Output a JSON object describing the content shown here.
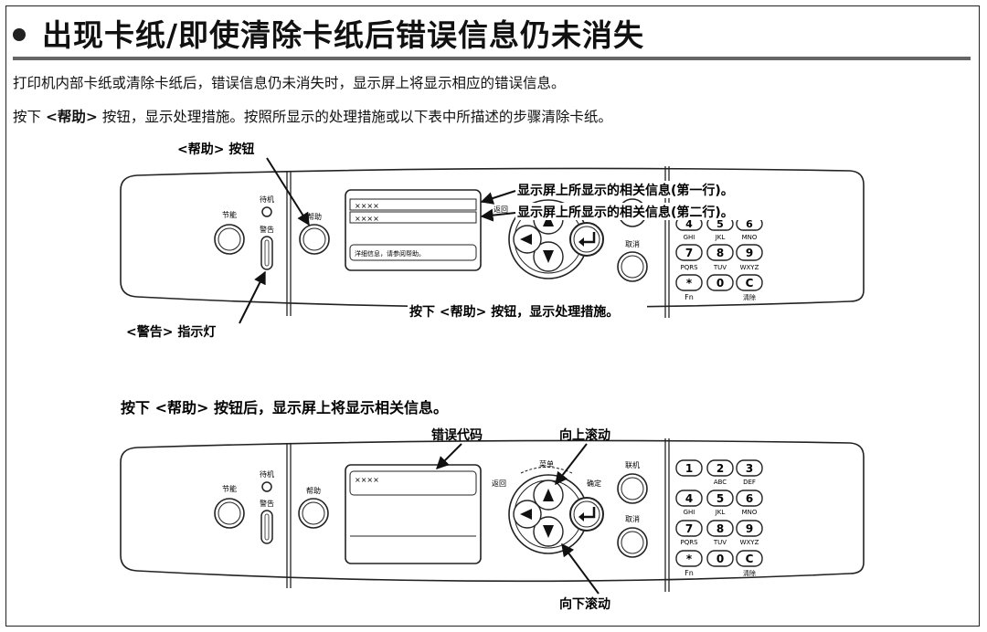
{
  "heading": "出现卡纸/即使清除卡纸后错误信息仍未消失",
  "intro": {
    "line1": "打印机内部卡纸或清除卡纸后，错误信息仍未消失时，显示屏上将显示相应的错误信息。",
    "line2_prefix": "按下 ",
    "line2_bold": "<帮助>",
    "line2_suffix": " 按钮，显示处理措施。按照所显示的处理措施或以下表中所描述的步骤清除卡纸。"
  },
  "panel_labels": {
    "power_save": "节能",
    "standby": "待机",
    "alarm": "警告",
    "help": "帮助",
    "back": "返回",
    "menu": "菜单",
    "ok": "确定",
    "online": "联机",
    "cancel": "取消",
    "fn": "Fn",
    "clear": "清除"
  },
  "keypad": {
    "digits": [
      "1",
      "2",
      "3",
      "4",
      "5",
      "6",
      "7",
      "8",
      "9",
      "*",
      "0",
      "C"
    ],
    "letters": [
      "",
      "ABC",
      "DEF",
      "GHI",
      "JKL",
      "MNO",
      "PQRS",
      "TUV",
      "WXYZ",
      "",
      "",
      ""
    ]
  },
  "display1": {
    "line1": "××××",
    "line2": "××××",
    "line3": "洋细信息，请参阅帮助。"
  },
  "display2": {
    "line1": "××××"
  },
  "callouts": {
    "help_button": "<帮助> 按钮",
    "alarm_lamp": "<警告> 指示灯",
    "info_line1": "显示屏上所显示的相关信息(第一行)。",
    "info_line2": "显示屏上所显示的相关信息(第二行)。",
    "press_help": "按下 <帮助> 按钮，显示处理措施。",
    "error_code": "错误代码",
    "scroll_up": "向上滚动",
    "scroll_down": "向下滚动"
  },
  "section2_title": "按下 <帮助> 按钮后，显示屏上将显示相关信息。"
}
